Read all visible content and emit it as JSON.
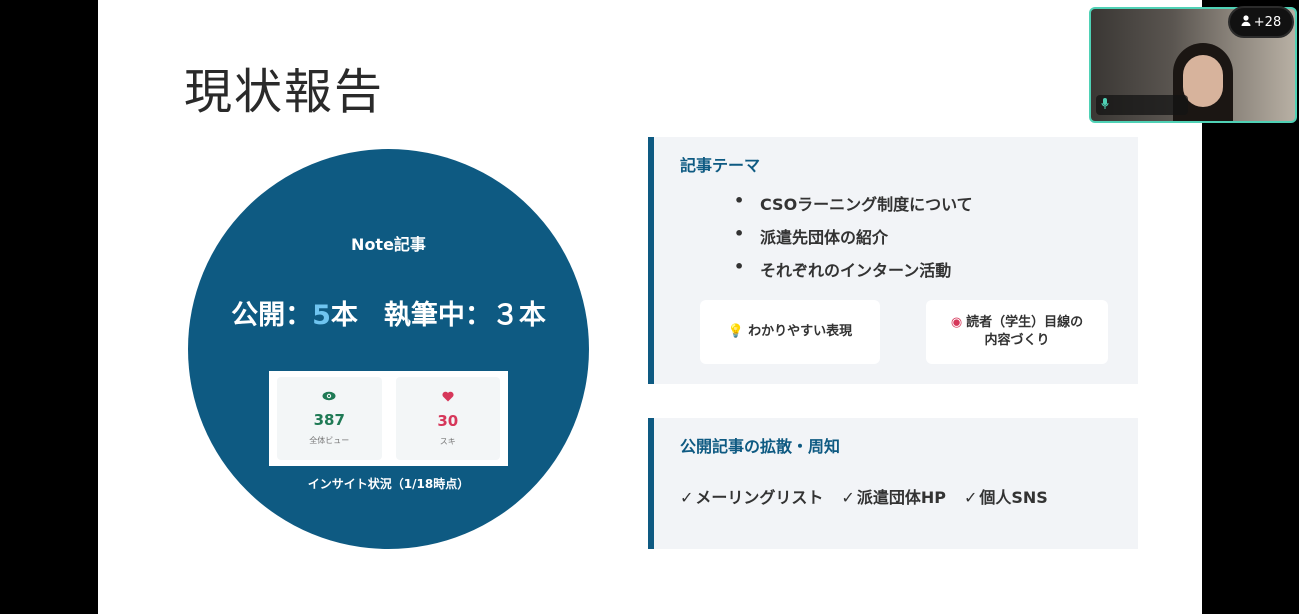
{
  "slide": {
    "title": "現状報告",
    "note": {
      "title": "Note記事",
      "published_label": "公開：",
      "published_count": "5",
      "published_unit": "本",
      "writing_label": "執筆中：３本",
      "stats": {
        "views": {
          "icon": "eye-icon",
          "value": "387",
          "label": "全体ビュー"
        },
        "likes": {
          "icon": "heart-icon",
          "value": "30",
          "label": "スキ"
        }
      },
      "insight_caption": "インサイト状況（1/18時点）"
    },
    "theme_panel": {
      "heading": "記事テーマ",
      "items": [
        "CSOラーニング制度について",
        "派遣先団体の紹介",
        "それぞれのインターン活動"
      ],
      "tips": [
        {
          "icon": "lightbulb-icon",
          "line1": "わかりやすい表現",
          "line2": ""
        },
        {
          "icon": "target-icon",
          "line1": "読者（学生）目線の",
          "line2": "内容づくり"
        }
      ]
    },
    "spread_panel": {
      "heading": "公開記事の拡散・周知",
      "channels": [
        "メーリングリスト",
        "派遣団体HP",
        "個人SNS"
      ]
    }
  },
  "meeting": {
    "participants": "+28"
  },
  "colors": {
    "accent": "#0e5a82",
    "highlight": "#6fc4f0",
    "video_border": "#4fd1b5"
  }
}
